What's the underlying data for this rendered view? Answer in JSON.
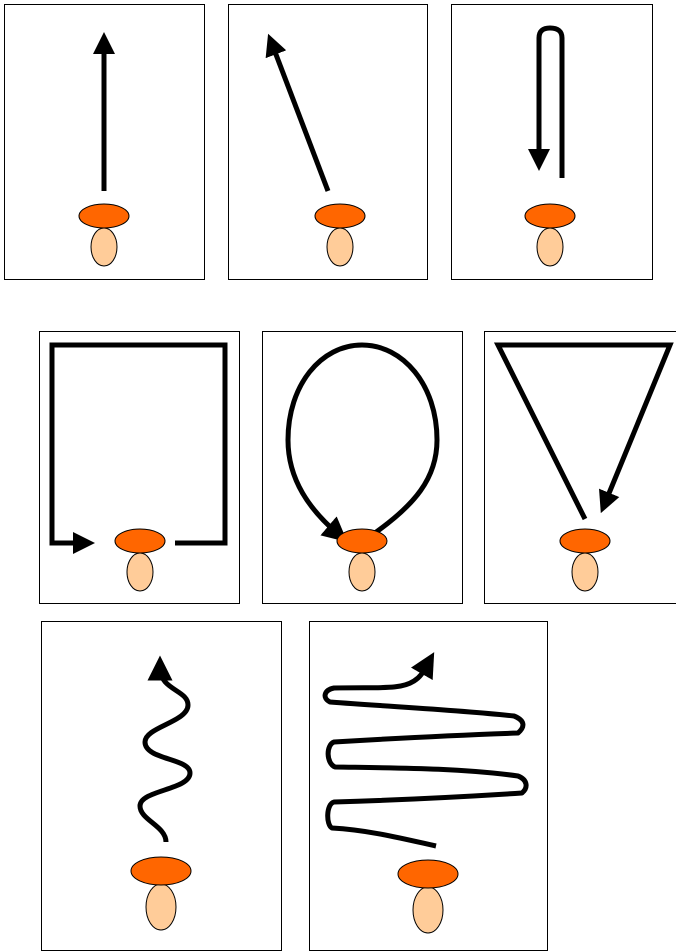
{
  "colors": {
    "line": "#000000",
    "head": "#ff6600",
    "body": "#ffcc99",
    "background": "#ffffff"
  },
  "panels": [
    {
      "id": "straight-ahead",
      "path_shape": "straight-arrow-up"
    },
    {
      "id": "diagonal",
      "path_shape": "diagonal-arrow-up-left"
    },
    {
      "id": "u-turn",
      "path_shape": "hairpin-return"
    },
    {
      "id": "square",
      "path_shape": "square-loop"
    },
    {
      "id": "circle",
      "path_shape": "oval-loop"
    },
    {
      "id": "triangle",
      "path_shape": "triangle-loop"
    },
    {
      "id": "zigzag",
      "path_shape": "wavy-arrow-up"
    },
    {
      "id": "serpentine",
      "path_shape": "serpentine-sweep"
    }
  ]
}
